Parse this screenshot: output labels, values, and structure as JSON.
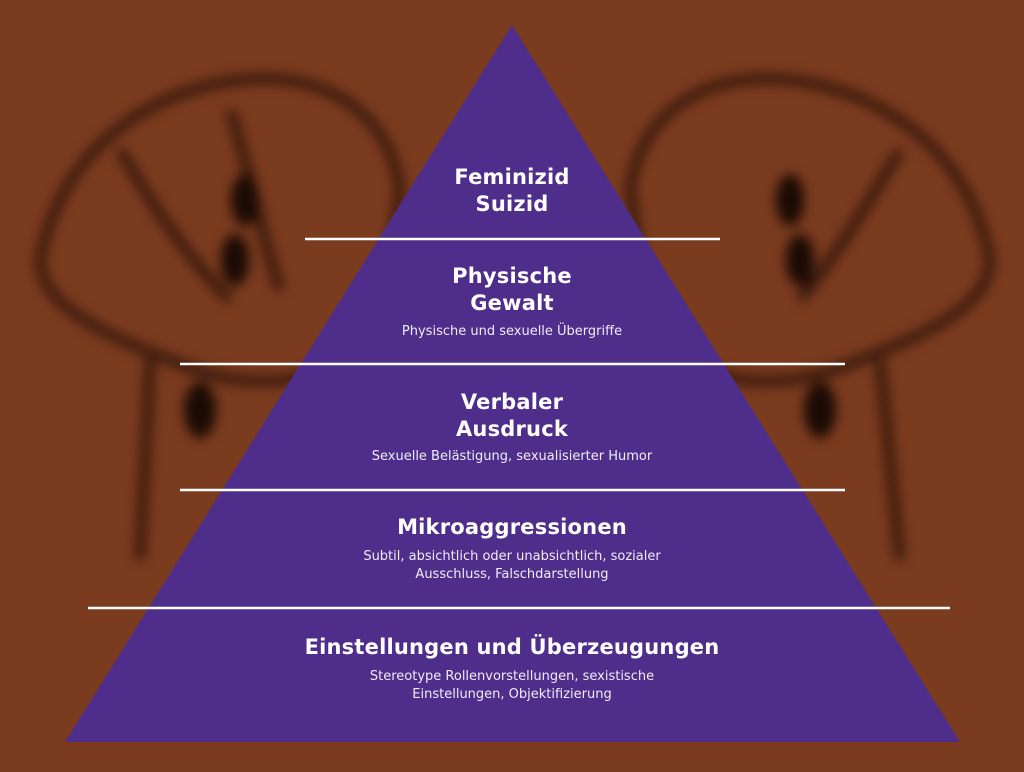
{
  "colors": {
    "background": "#7b3b1f",
    "pyramid": "#4f2d8a",
    "divider": "#ffffff",
    "text": "#ffffff"
  },
  "levels": [
    {
      "title_lines": [
        "Feminizid",
        "Suizid"
      ],
      "subtitle_lines": []
    },
    {
      "title_lines": [
        "Physische",
        "Gewalt"
      ],
      "subtitle_lines": [
        "Physische und sexuelle Übergriffe"
      ]
    },
    {
      "title_lines": [
        "Verbaler",
        "Ausdruck"
      ],
      "subtitle_lines": [
        "Sexuelle Belästigung, sexualisierter Humor"
      ]
    },
    {
      "title_lines": [
        "Mikroaggressionen"
      ],
      "subtitle_lines": [
        "Subtil, absichtlich oder unabsichtlich, sozialer",
        "Ausschluss, Falschdarstellung"
      ]
    },
    {
      "title_lines": [
        "Einstellungen und Überzeugungen"
      ],
      "subtitle_lines": [
        "Stereotype Rollenvorstellungen, sexistische",
        "Einstellungen, Objektifizierung"
      ]
    }
  ]
}
